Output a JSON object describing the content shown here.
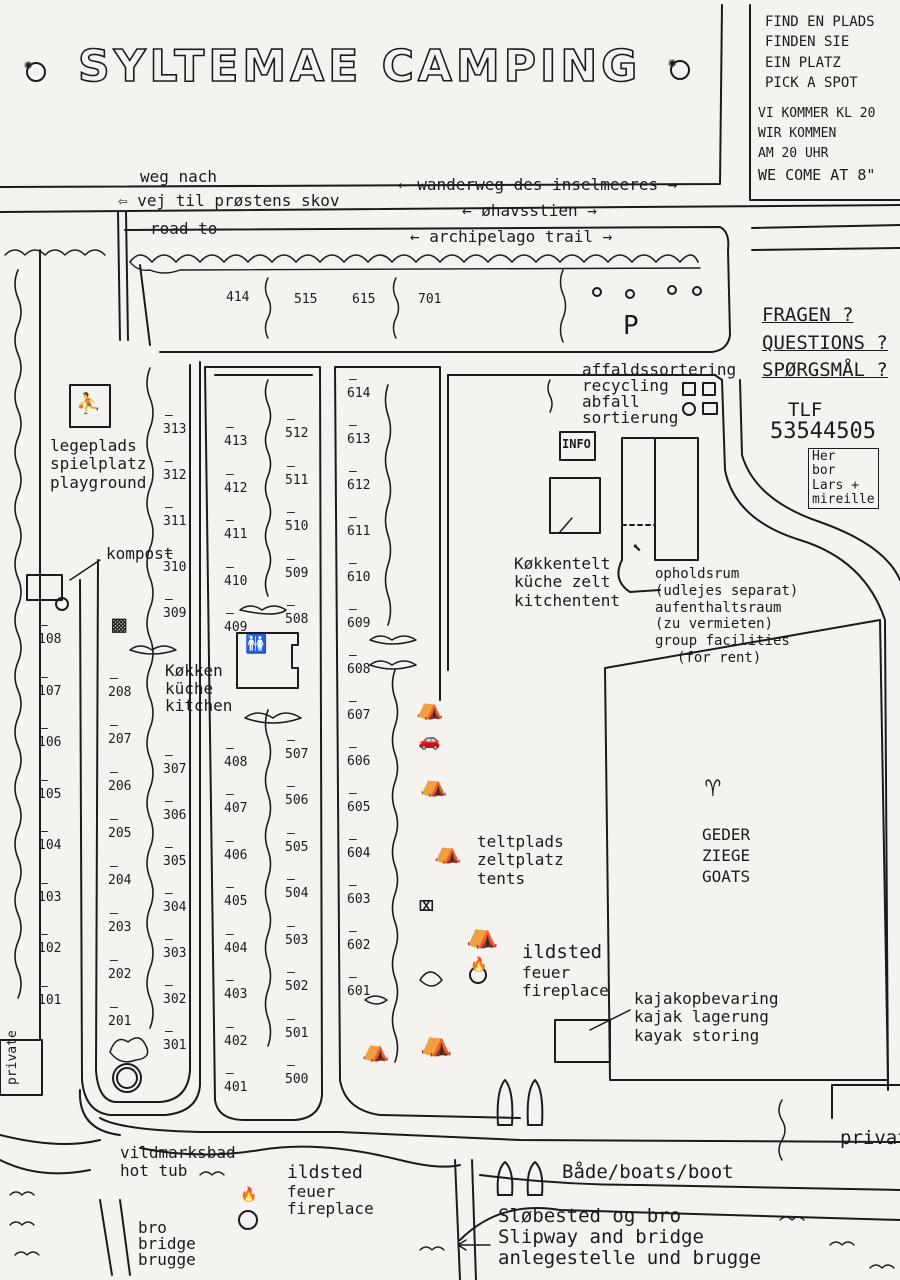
{
  "title": "SYLTEMAE CAMPING",
  "info_box": {
    "lines1": [
      "FIND EN PLADS",
      "FINDEN SIE",
      "EIN PLATZ",
      "PICK A SPOT"
    ],
    "lines2": [
      "VI KOMMER KL 20",
      "WIR KOMMEN",
      "AM 20 UHR",
      "WE COME AT 8\""
    ]
  },
  "roads": {
    "weg_nach": "weg nach",
    "vej": "vej til prøstens skov",
    "road_to": "road to",
    "wanderweg": "wanderweg des inselmeeres",
    "ohavsstien": "øhavsstien",
    "archipelago": "archipelago trail"
  },
  "parking": "P",
  "questions": {
    "lines": [
      "FRAGEN ?",
      "QUESTIONS ?",
      "SPØRGSMÅL ?"
    ],
    "tlf_label": "TLF",
    "tlf": "53544505",
    "her_bor": [
      "Her",
      "bor",
      "Lars +",
      "mireille"
    ]
  },
  "recycling": [
    "affaldssortering",
    "recycling",
    "abfall",
    "sortierung"
  ],
  "info_label": "INFO",
  "kitchen_tent": [
    "Køkkentelt",
    "küche zelt",
    "kitchentent"
  ],
  "group_room": [
    "opholdsrum",
    "(udlejes separat)",
    "aufenthaltsraum",
    "(zu vermieten)",
    "group facilities",
    "(for rent)"
  ],
  "playground": [
    "legeplads",
    "spielplatz",
    "playground"
  ],
  "compost": "kompost",
  "kitchen": [
    "Køkken",
    "küche",
    "kitchen"
  ],
  "goats": [
    "GEDER",
    "ZIEGE",
    "GOATS"
  ],
  "tents": [
    "teltplads",
    "zeltplatz",
    "tents"
  ],
  "fireplace_top": [
    "ildsted",
    "feuer",
    "fireplace"
  ],
  "kayak": [
    "kajakopbevaring",
    "kajak lagerung",
    "kayak storing"
  ],
  "private_left": "private",
  "private_right": "privat",
  "hot_tub": [
    "vildmarksbad",
    "hot tub"
  ],
  "fireplace_bottom": [
    "ildsted",
    "feuer",
    "fireplace"
  ],
  "bridge_left": [
    "bro",
    "bridge",
    "brugge"
  ],
  "boats": "Både/boats/boot",
  "slipway": [
    "Sløbested og bro",
    "Slipway and bridge",
    "anlegestelle und brugge"
  ],
  "pitches": {
    "top_row": [
      "414",
      "515",
      "615",
      "701"
    ],
    "col100": [
      "108",
      "107",
      "106",
      "105",
      "104",
      "103",
      "102",
      "101"
    ],
    "col200": [
      "208",
      "207",
      "206",
      "205",
      "204",
      "203",
      "202",
      "201"
    ],
    "col300": [
      "313",
      "312",
      "311",
      "310",
      "309",
      "307",
      "306",
      "305",
      "304",
      "303",
      "302",
      "301"
    ],
    "col400": [
      "413",
      "412",
      "411",
      "410",
      "409",
      "408",
      "407",
      "406",
      "405",
      "404",
      "403",
      "402",
      "401"
    ],
    "col500": [
      "512",
      "511",
      "510",
      "509",
      "508",
      "507",
      "506",
      "505",
      "504",
      "503",
      "502",
      "501",
      "500"
    ],
    "col600": [
      "614",
      "613",
      "612",
      "611",
      "610",
      "609",
      "608",
      "607",
      "606",
      "605",
      "604",
      "603",
      "602",
      "601"
    ]
  },
  "colors": {
    "ink": "#1b1b1b",
    "paper": "#f4f3f0"
  }
}
